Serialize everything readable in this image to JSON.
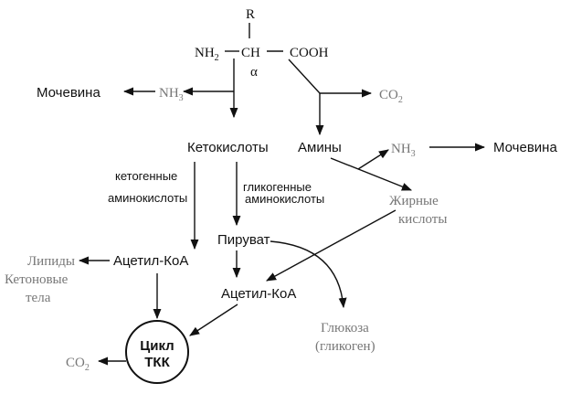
{
  "formula": {
    "r": "R",
    "nh": "NH",
    "nh_sub": "2",
    "ch": "CH",
    "cooh": "COOH",
    "alpha": "α"
  },
  "nodes": {
    "urea_left": "Мочевина",
    "nh3_left": "NH",
    "nh3_left_sub": "3",
    "co2_top": "CO",
    "co2_top_sub": "2",
    "ketoacids": "Кетокислоты",
    "amines": "Амины",
    "nh3_right": "NH",
    "nh3_right_sub": "3",
    "urea_right": "Мочевина",
    "ketogenic_line1": "кетогенные",
    "ketogenic_line2": "аминокислоты",
    "glycogenic_line1": "гликогенные",
    "glycogenic_line2": "аминокислоты",
    "fatty_line1": "Жирные",
    "fatty_line2": "кислоты",
    "pyruvate": "Пируват",
    "lipids_line1": "Липиды",
    "lipids_line2": "Кетоновые",
    "lipids_line3": "тела",
    "acetyl_left": "Ацетил-КоА",
    "acetyl_mid": "Ацетил-КоА",
    "glucose_line1": "Глюкоза",
    "glucose_line2": "(гликоген)",
    "tca_line1": "Цикл",
    "tca_line2": "ТКК",
    "co2_bottom": "CO",
    "co2_bottom_sub": "2"
  },
  "colors": {
    "ink": "#111111",
    "muted": "#777777"
  }
}
